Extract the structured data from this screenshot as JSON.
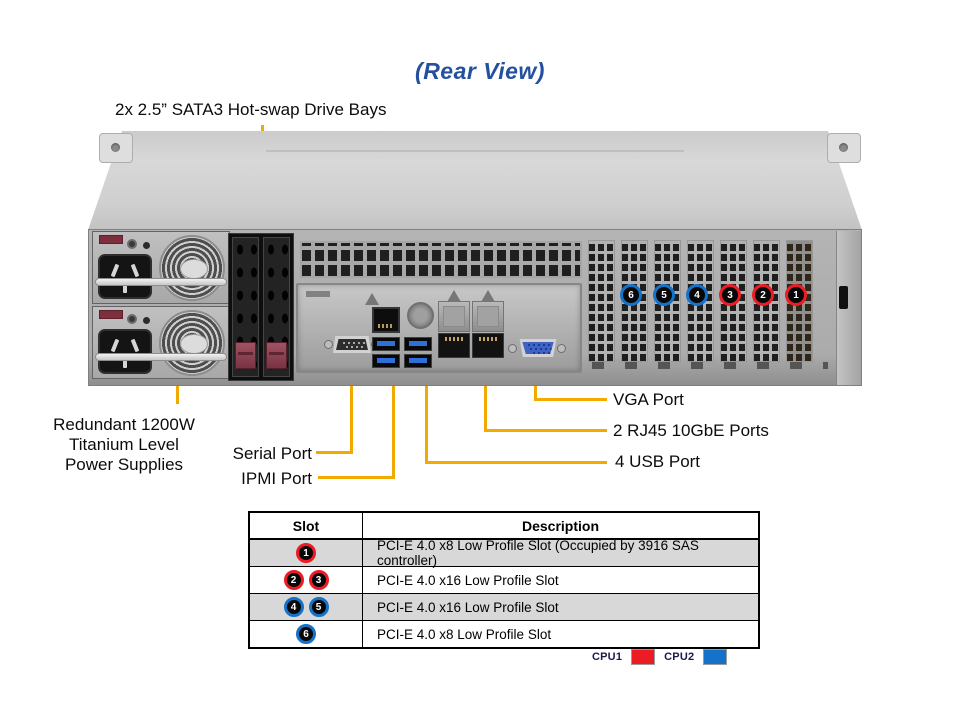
{
  "title": "(Rear View)",
  "colors": {
    "callout": "#F2A900",
    "title_blue": "#2450A0",
    "cpu1": "#EC1C24",
    "cpu2": "#1472C8"
  },
  "callouts": {
    "drive_bays": "2x 2.5” SATA3 Hot-swap Drive Bays",
    "psu": [
      "Redundant 1200W",
      "Titanium Level",
      "Power Supplies"
    ],
    "serial": "Serial Port",
    "ipmi": "IPMI Port",
    "vga": "VGA Port",
    "rj45": "2 RJ45 10GbE Ports",
    "usb": "4 USB Port"
  },
  "chassis_slots": [
    {
      "num": "6",
      "cpu": "cpu2"
    },
    {
      "num": "5",
      "cpu": "cpu2"
    },
    {
      "num": "4",
      "cpu": "cpu2"
    },
    {
      "num": "3",
      "cpu": "cpu1"
    },
    {
      "num": "2",
      "cpu": "cpu1"
    },
    {
      "num": "1",
      "cpu": "cpu1"
    }
  ],
  "table": {
    "headers": {
      "slot": "Slot",
      "description": "Description"
    },
    "rows": [
      {
        "slots": [
          {
            "num": "1",
            "cpu": "cpu1"
          }
        ],
        "description": "PCI-E 4.0 x8 Low Profile Slot (Occupied by 3916 SAS controller)"
      },
      {
        "slots": [
          {
            "num": "2",
            "cpu": "cpu1"
          },
          {
            "num": "3",
            "cpu": "cpu1"
          }
        ],
        "description": "PCI-E 4.0 x16 Low Profile Slot"
      },
      {
        "slots": [
          {
            "num": "4",
            "cpu": "cpu2"
          },
          {
            "num": "5",
            "cpu": "cpu2"
          }
        ],
        "description": "PCI-E 4.0 x16 Low Profile Slot"
      },
      {
        "slots": [
          {
            "num": "6",
            "cpu": "cpu2"
          }
        ],
        "description": "PCI-E 4.0 x8 Low Profile Slot"
      }
    ]
  },
  "legend": [
    {
      "label": "CPU1",
      "cpu": "cpu1"
    },
    {
      "label": "CPU2",
      "cpu": "cpu2"
    }
  ]
}
